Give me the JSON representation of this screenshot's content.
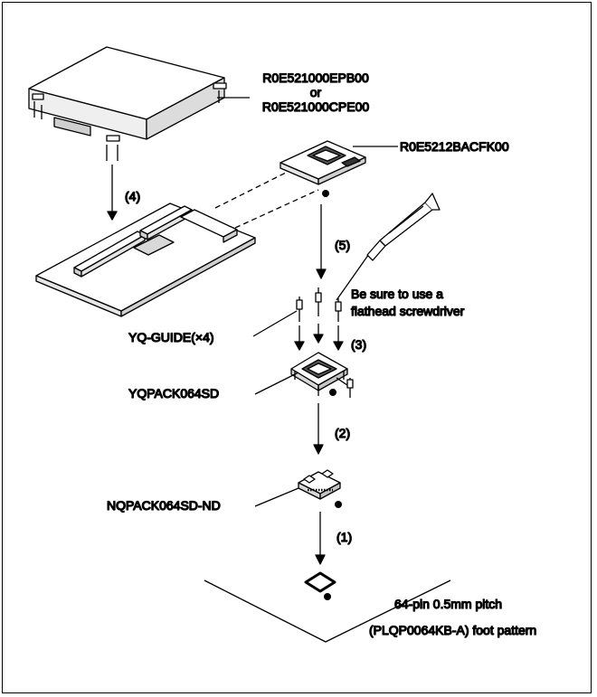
{
  "labels": {
    "emulator_line1": "R0E521000EPB00",
    "emulator_or": "or",
    "emulator_line2": "R0E521000CPE00",
    "adapter": "R0E5212BACFK00",
    "guide": "YQ-GUIDE(×4)",
    "yqpack": "YQPACK064SD",
    "nqpack": "NQPACK064SD-ND",
    "note_line1": "Be sure to use a",
    "note_line2": "flathead screwdriver",
    "foot_line1": "64-pin 0.5mm pitch",
    "foot_line2": "(PLQP0064KB-A) foot pattern"
  },
  "steps": {
    "s1": "(1)",
    "s2": "(2)",
    "s3": "(3)",
    "s4": "(4)",
    "s5": "(5)"
  },
  "colors": {
    "line": "#000000",
    "fill_light": "#ffffff",
    "fill_shade": "#e6e6e6",
    "fill_dark": "#bdbdbd"
  },
  "icons": {
    "screwdriver": "screwdriver-icon",
    "pin_marker": "pin1-dot-icon"
  }
}
